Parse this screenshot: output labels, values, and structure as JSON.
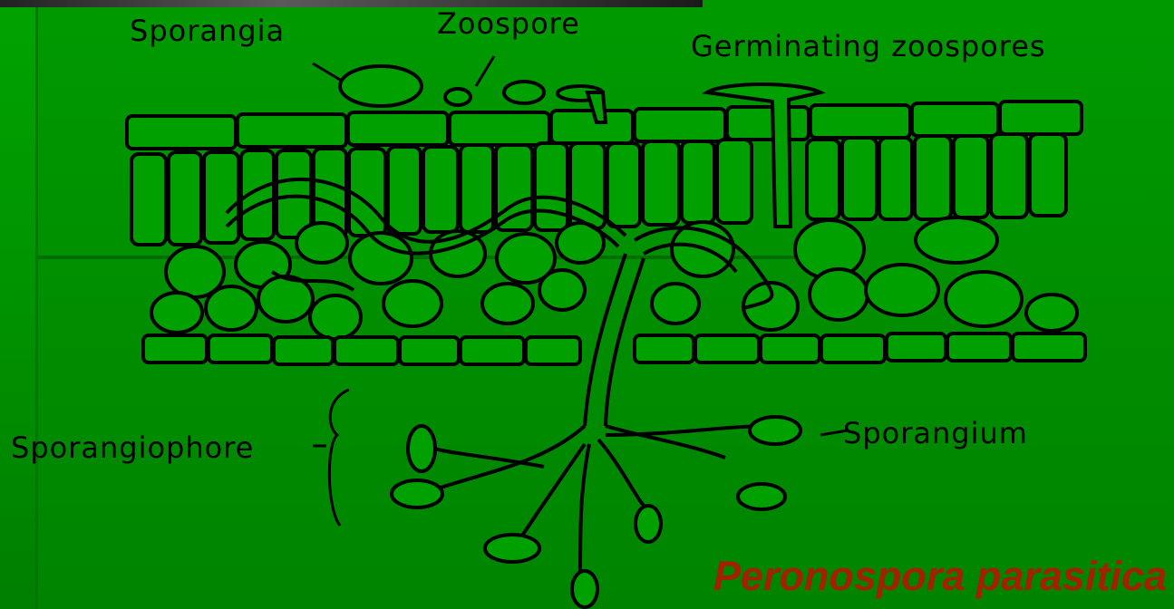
{
  "diagram": {
    "labels": {
      "sporangia": "Sporangia",
      "zoospore": "Zoospore",
      "germinating_zoospores": "Germinating zoospores",
      "sporangiophore": "Sporangiophore",
      "sporangium": "Sporangium"
    },
    "species_name": "Peronospora parasitica"
  },
  "colors": {
    "background": "#008f00",
    "species_text": "#a32000",
    "cell_fill": "#00a000",
    "line": "#000000"
  }
}
